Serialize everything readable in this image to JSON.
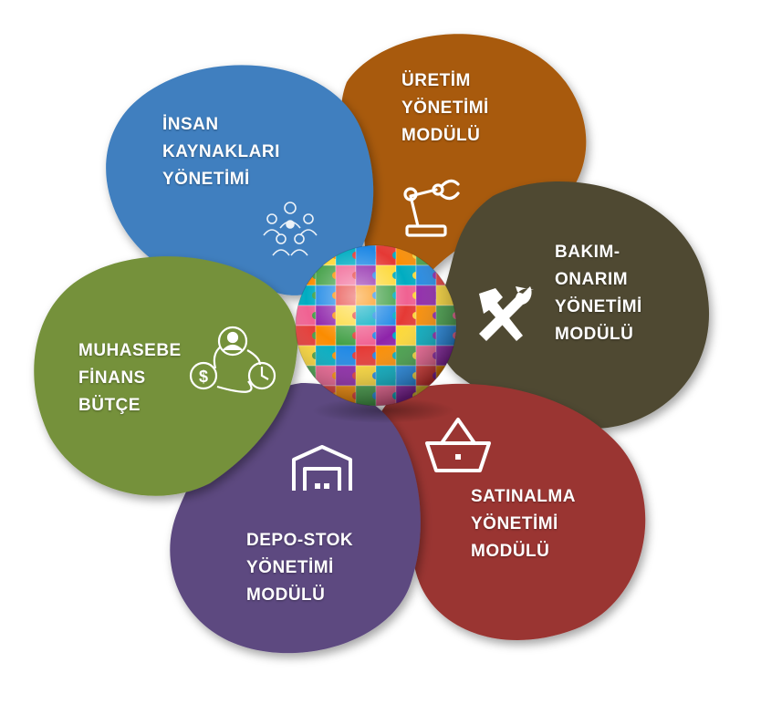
{
  "modules": [
    {
      "id": "hr",
      "color": "#3f7fbf",
      "icon": "people-network-icon",
      "lines": [
        "İNSAN",
        "KAYNAKLARI",
        "YÖNETİMİ"
      ]
    },
    {
      "id": "production",
      "color": "#a85a0c",
      "icon": "robot-arm-icon",
      "lines": [
        "ÜRETİM",
        "YÖNETİMİ",
        "MODÜLÜ"
      ]
    },
    {
      "id": "maintenance",
      "color": "#4f4a33",
      "icon": "wrench-hammer-icon",
      "lines": [
        "BAKIM-",
        "ONARIM",
        "YÖNETİMİ",
        "MODÜLÜ"
      ]
    },
    {
      "id": "purchasing",
      "color": "#9a3632",
      "icon": "basket-icon",
      "lines": [
        "SATINALMA",
        "YÖNETİMİ",
        "MODÜLÜ"
      ]
    },
    {
      "id": "warehouse",
      "color": "#5d4880",
      "icon": "warehouse-icon",
      "lines": [
        "DEPO-STOK",
        "YÖNETİMİ",
        "MODÜLÜ"
      ]
    },
    {
      "id": "finance",
      "color": "#74913a",
      "icon": "finance-cycle-icon",
      "lines": [
        "MUHASEBE",
        "FİNANS",
        "BÜTÇE"
      ]
    }
  ],
  "center": {
    "icon": "puzzle-globe-icon",
    "puzzle_colors": [
      "#e53935",
      "#fdd835",
      "#43a047",
      "#1e88e5",
      "#8e24aa",
      "#fb8c00",
      "#00acc1",
      "#f06292"
    ]
  }
}
